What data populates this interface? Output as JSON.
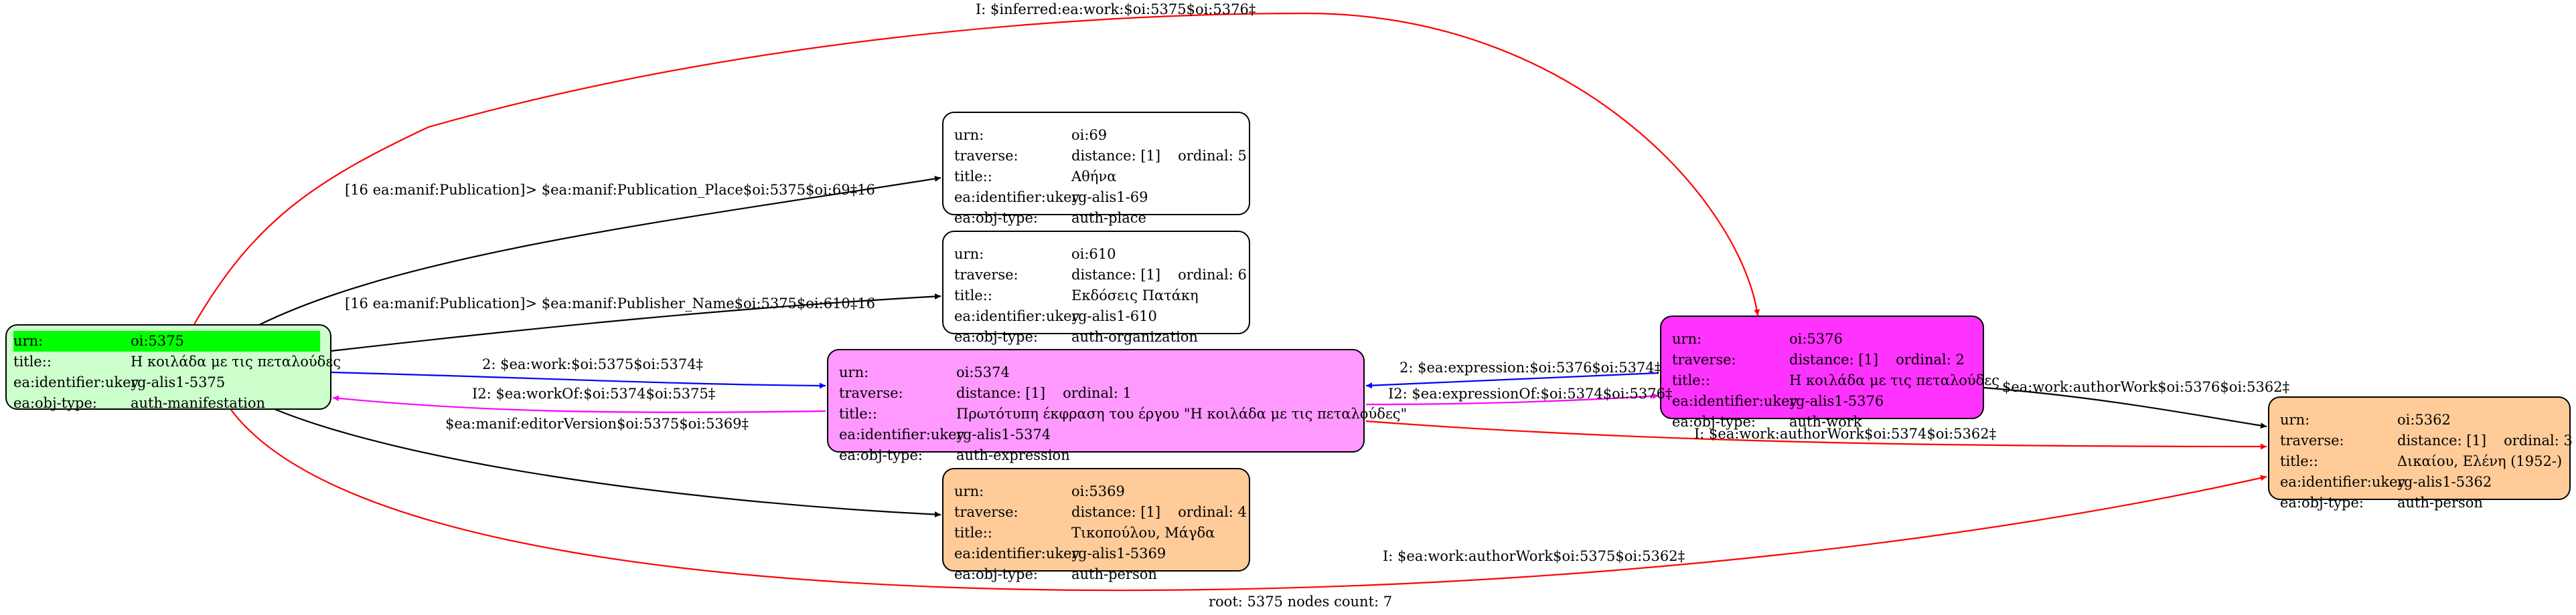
{
  "colors": {
    "black_edge": "#000000",
    "red_edge": "#ff0000",
    "blue_edge": "#0000ff",
    "magenta_edge": "#ff00ff",
    "manifestation_fill": "#ccffcc",
    "manifestation_highlight": "#00ff00",
    "expression_fill": "#ff99ff",
    "work_fill": "#ff33ff",
    "person_fill": "#ffcc99",
    "plain_fill": "#ffffff"
  },
  "nodes": {
    "n5375": {
      "urn_key": "urn:",
      "urn": "oi:5375",
      "title_key": "title::",
      "title": "Η κοιλάδα με τις πεταλούδες",
      "ukey_key": "ea:identifier:ukey",
      "ukey": "rg-alis1-5375",
      "type_key": "ea:obj-type:",
      "type": "auth-manifestation"
    },
    "n69": {
      "urn_key": "urn:",
      "urn": "oi:69",
      "traverse_key": "traverse:",
      "distance": "distance: [1]",
      "ordinal": "ordinal: 5",
      "title_key": "title::",
      "title": "Αθήνα",
      "ukey_key": "ea:identifier:ukey",
      "ukey": "rg-alis1-69",
      "type_key": "ea:obj-type:",
      "type": "auth-place"
    },
    "n610": {
      "urn_key": "urn:",
      "urn": "oi:610",
      "traverse_key": "traverse:",
      "distance": "distance: [1]",
      "ordinal": "ordinal: 6",
      "title_key": "title::",
      "title": "Εκδόσεις Πατάκη",
      "ukey_key": "ea:identifier:ukey",
      "ukey": "rg-alis1-610",
      "type_key": "ea:obj-type:",
      "type": "auth-organization"
    },
    "n5374": {
      "urn_key": "urn:",
      "urn": "oi:5374",
      "traverse_key": "traverse:",
      "distance": "distance: [1]",
      "ordinal": "ordinal: 1",
      "title_key": "title::",
      "title": "Πρωτότυπη έκφραση του έργου \"Η κοιλάδα με τις πεταλούδες\"",
      "ukey_key": "ea:identifier:ukey",
      "ukey": "rg-alis1-5374",
      "type_key": "ea:obj-type:",
      "type": "auth-expression"
    },
    "n5369": {
      "urn_key": "urn:",
      "urn": "oi:5369",
      "traverse_key": "traverse:",
      "distance": "distance: [1]",
      "ordinal": "ordinal: 4",
      "title_key": "title::",
      "title": "Τικοπούλου, Μάγδα",
      "ukey_key": "ea:identifier:ukey",
      "ukey": "rg-alis1-5369",
      "type_key": "ea:obj-type:",
      "type": "auth-person"
    },
    "n5376": {
      "urn_key": "urn:",
      "urn": "oi:5376",
      "traverse_key": "traverse:",
      "distance": "distance: [1]",
      "ordinal": "ordinal: 2",
      "title_key": "title::",
      "title": "Η κοιλάδα με τις πεταλούδες",
      "ukey_key": "ea:identifier:ukey",
      "ukey": "rg-alis1-5376",
      "type_key": "ea:obj-type:",
      "type": "auth-work"
    },
    "n5362": {
      "urn_key": "urn:",
      "urn": "oi:5362",
      "traverse_key": "traverse:",
      "distance": "distance: [1]",
      "ordinal": "ordinal: 3",
      "title_key": "title::",
      "title": "Δικαίου, Ελένη (1952-)",
      "ukey_key": "ea:identifier:ukey",
      "ukey": "rg-alis1-5362",
      "type_key": "ea:obj-type:",
      "type": "auth-person"
    }
  },
  "edges": {
    "inferred": "I: $inferred:ea:work:$oi:5375$oi:5376‡",
    "pub_place": "[16 ea:manif:Publication]> $ea:manif:Publication_Place$oi:5375$oi:69‡16",
    "pub_name": "[16 ea:manif:Publication]> $ea:manif:Publisher_Name$oi:5375$oi:610‡16",
    "work": "2: $ea:work:$oi:5375$oi:5374‡",
    "work_of": "I2: $ea:workOf:$oi:5374$oi:5375‡",
    "editor_version": "$ea:manif:editorVersion$oi:5375$oi:5369‡",
    "expression": "2: $ea:expression:$oi:5376$oi:5374‡",
    "expression_of": "I2: $ea:expressionOf:$oi:5374$oi:5376‡",
    "author_work_5376": "$ea:work:authorWork$oi:5376$oi:5362‡",
    "author_work_5374": "I: $ea:work:authorWork$oi:5374$oi:5362‡",
    "author_work_5375": "I: $ea:work:authorWork$oi:5375$oi:5362‡"
  },
  "footer": "root: 5375 nodes count: 7"
}
